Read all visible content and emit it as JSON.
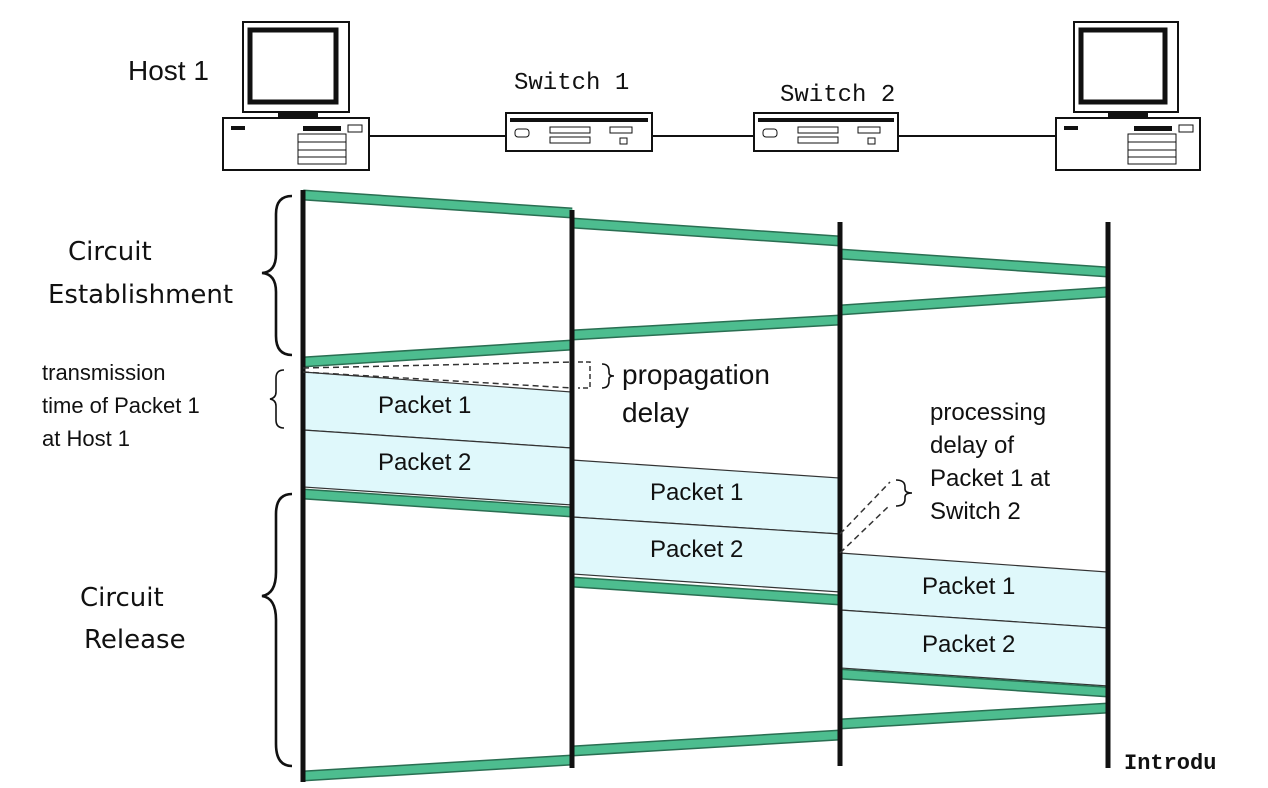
{
  "nodes": {
    "host1_label": "Host 1",
    "switch1_label": "Switch 1",
    "switch2_label": "Switch 2"
  },
  "phases": {
    "establishment_line1": "Circuit",
    "establishment_line2": "Establishment",
    "release_line1": "Circuit",
    "release_line2": "Release"
  },
  "annotations": {
    "transmission_line1": "transmission",
    "transmission_line2": "time of Packet 1",
    "transmission_line3": "at Host 1",
    "propagation_line1": "propagation",
    "propagation_line2": "delay",
    "processing_line1": "processing",
    "processing_line2": "delay of",
    "processing_line3": "Packet 1 at",
    "processing_line4": "Switch 2"
  },
  "packets": {
    "packet1": "Packet 1",
    "packet2": "Packet 2"
  },
  "footer": "Introdu",
  "colors": {
    "signal": "#4dbd8f",
    "signal_stroke": "#2a6e52",
    "packet_fill": "#dff8fb",
    "line": "#111111"
  }
}
